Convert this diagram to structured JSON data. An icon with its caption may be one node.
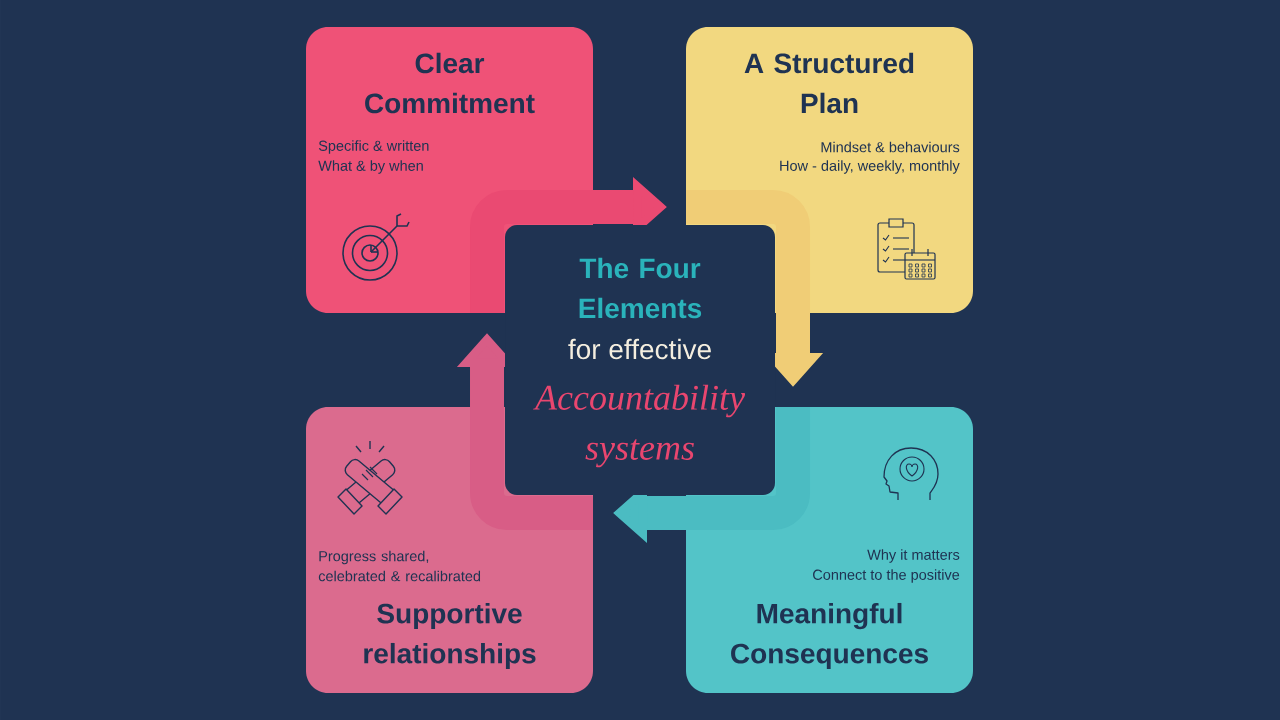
{
  "diagram": {
    "title": "The Four Elements",
    "nodes": [
      {
        "text": [
          "Clear Commitment",
          "Specific & written",
          "What & by when"
        ]
      },
      {
        "text": [
          "A Structured Plan",
          "Mindset & behaviours",
          "How - daily, weekly, monthly"
        ]
      },
      {
        "text": [
          "Progress shared, celebrated & recalibrated",
          "Supportive relationships"
        ]
      },
      {
        "text": [
          "Why it matters",
          "Connect to the positive",
          "Meaningful Consequences"
        ]
      }
    ],
    "edges": [
      {
        "from": 0,
        "to": 1,
        "arrow": "to",
        "color": "#ea4a72"
      },
      {
        "from": 1,
        "to": 3,
        "arrow": "to",
        "color": "#f0cd76"
      },
      {
        "from": 3,
        "to": 2,
        "arrow": "to",
        "color": "#4bbcc2"
      },
      {
        "from": 2,
        "to": 0,
        "arrow": "to",
        "color": "#d85d86"
      }
    ],
    "labels": [
      "for effective",
      "Accountability systems"
    ]
  }
}
